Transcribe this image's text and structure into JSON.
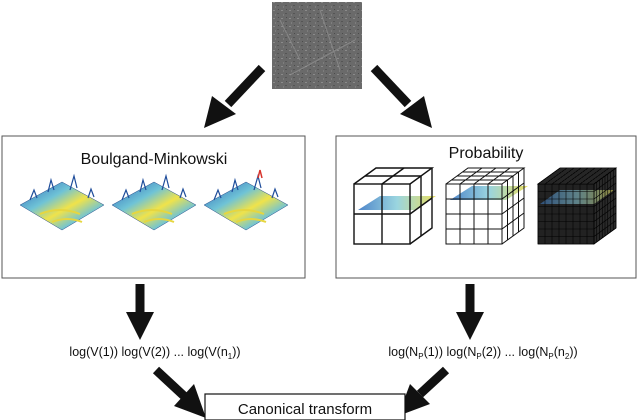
{
  "diagram": {
    "input_image": {
      "description_icon": "grayscale-texture-image"
    },
    "left_panel": {
      "title": "Boulgand-Minkowski"
    },
    "right_panel": {
      "title": "Probability"
    },
    "left_formula": {
      "parts": [
        "log(V(1)) log(V(2)) ... log(V(n",
        "1",
        "))"
      ]
    },
    "right_formula": {
      "p1": "log(N",
      "s1": "P",
      "p2": "(1)) log(N",
      "s2": "P",
      "p3": "(2)) ... log(N",
      "s3": "P",
      "p4": "(n",
      "s4": "2",
      "p5": "))"
    },
    "output_box": {
      "label": "Canonical transform"
    },
    "colors": {
      "arrow": "#111111",
      "border": "#555555",
      "surface_low": "#2b62b8",
      "surface_mid": "#6fc3d6",
      "surface_high": "#f0e34a",
      "grid": "#111111"
    }
  }
}
